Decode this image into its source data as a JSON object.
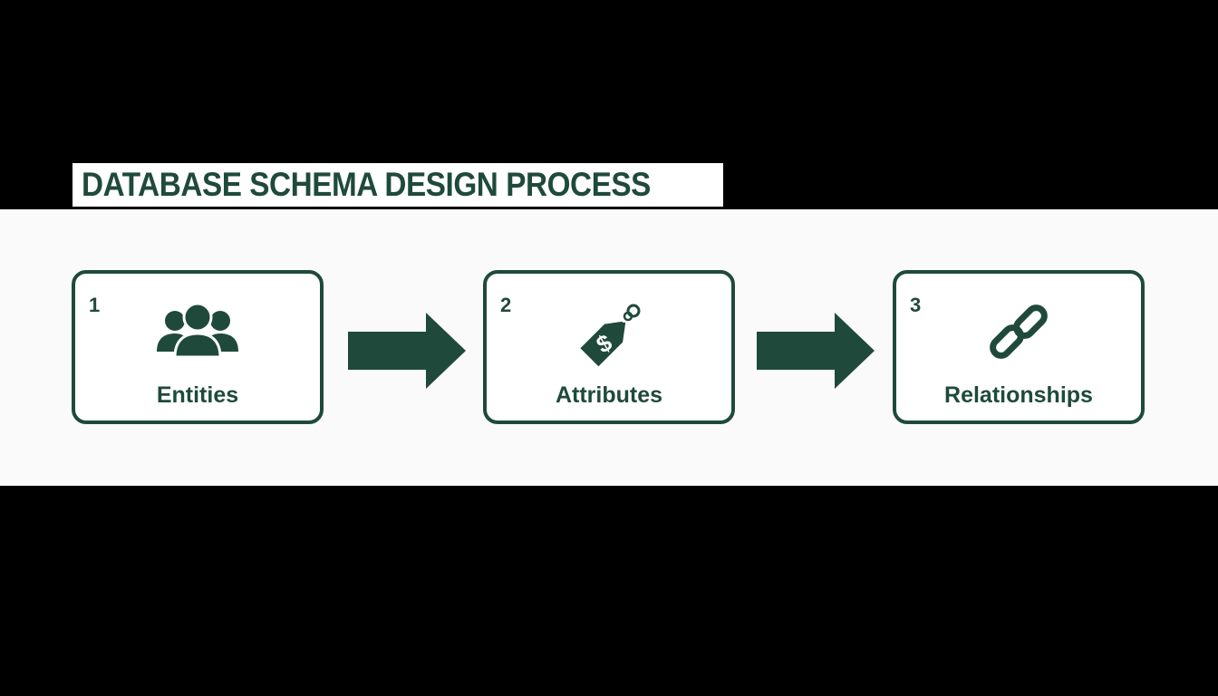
{
  "title": "DATABASE SCHEMA DESIGN PROCESS",
  "colors": {
    "accent": "#1f4a3b",
    "band": "#fafafa",
    "background": "#000000"
  },
  "steps": [
    {
      "number": "1",
      "label": "Entities",
      "icon": "users-group-icon"
    },
    {
      "number": "2",
      "label": "Attributes",
      "icon": "price-tag-icon"
    },
    {
      "number": "3",
      "label": "Relationships",
      "icon": "chain-link-icon"
    }
  ]
}
